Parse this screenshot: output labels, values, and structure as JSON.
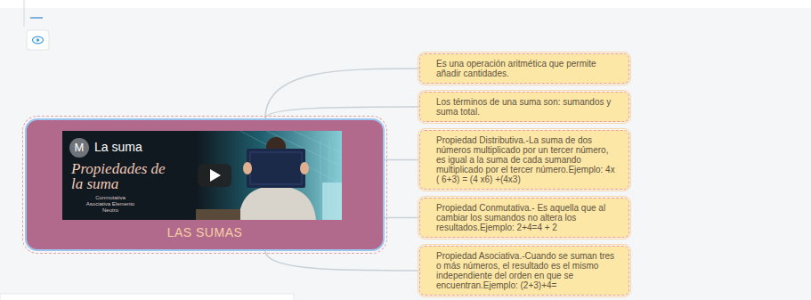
{
  "diagram": {
    "nodes": [
      {
        "text": [
          "LAS SUMAS"
        ]
      },
      {
        "text": [
          "M",
          "La suma",
          "Propiedades de la suma",
          "Conmutativa Asociativa Elemento Neutro"
        ],
        "in": 0
      },
      {
        "text": [
          "Es una operación aritmética que permite añadir cantidades."
        ]
      },
      {
        "text": [
          "Los términos de una suma son: sumandos y suma total."
        ]
      },
      {
        "text": [
          "Propiedad Distributiva.-La suma de dos números multiplicado por un tercer número, es igual a la suma de cada sumando multiplicado por el tercer número.Ejemplo: 4x ( 6+3) = (4 x6) +(4x3)"
        ]
      },
      {
        "text": [
          "Propiedad Conmutativa.- Es aquella que al cambiar los sumandos no altera los resultados.Ejemplo: 2+4=4 + 2"
        ]
      },
      {
        "text": [
          "Propiedad Asociativa.-Cuando se suman tres o más números, el resultado es el mismo independiente del orden en que se encuentran.Ejemplo: (2+3)+4="
        ]
      }
    ],
    "edges": [
      {
        "from": 0,
        "to": 2,
        "arrow": "none"
      },
      {
        "from": 0,
        "to": 3,
        "arrow": "none"
      },
      {
        "from": 0,
        "to": 4,
        "arrow": "none"
      },
      {
        "from": 0,
        "to": 5,
        "arrow": "none"
      },
      {
        "from": 0,
        "to": 6,
        "arrow": "none"
      }
    ]
  }
}
